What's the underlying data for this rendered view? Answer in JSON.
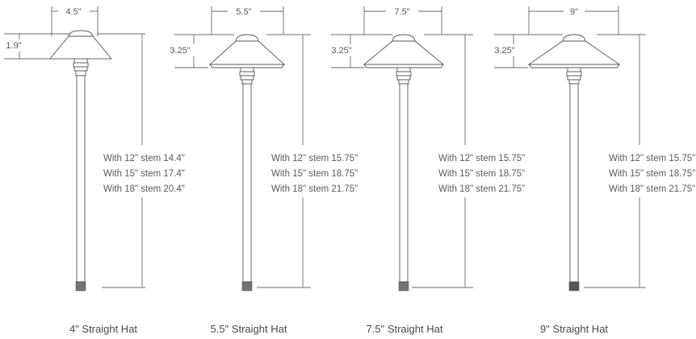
{
  "lights": [
    {
      "width_label": "4.5\"",
      "hat_height_label": "1.9\"",
      "specs": [
        {
          "label": "With 12\"  stem",
          "value": "14.4\""
        },
        {
          "label": "With 15\"  stem",
          "value": "17.4\""
        },
        {
          "label": "With 18\"  stem",
          "value": "20.4\""
        }
      ],
      "caption": "4\" Straight Hat"
    },
    {
      "width_label": "5.5\"",
      "hat_height_label": "3.25\"",
      "specs": [
        {
          "label": "With 12\"  stem",
          "value": "15.75\""
        },
        {
          "label": "With 15\"  stem",
          "value": "18.75\""
        },
        {
          "label": "With 18\"  stem",
          "value": "21.75\""
        }
      ],
      "caption": "5.5\" Straight Hat"
    },
    {
      "width_label": "7.5\"",
      "hat_height_label": "3.25\"",
      "specs": [
        {
          "label": "With 12\"  stem",
          "value": "15.75\""
        },
        {
          "label": "With 15\"  stem",
          "value": "18.75\""
        },
        {
          "label": "With 18\"  stem",
          "value": "21.75\""
        }
      ],
      "caption": "7.5\" Straight Hat"
    },
    {
      "width_label": "9\"",
      "hat_height_label": "3.25\"",
      "specs": [
        {
          "label": "With 12\"  stem",
          "value": "15.75\""
        },
        {
          "label": "With 15\"  stem",
          "value": "18.75\""
        },
        {
          "label": "With 18\"  stem",
          "value": "21.75\""
        }
      ],
      "caption": "9\" Straight Hat"
    }
  ]
}
